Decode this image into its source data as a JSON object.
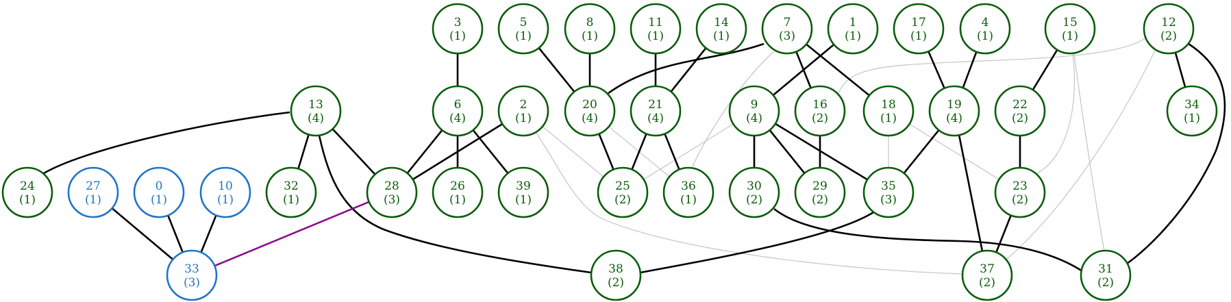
{
  "colors": {
    "green": "#0a5c0a",
    "blue": "#1f74c7",
    "purple": "#8b0a8b",
    "black": "#000000",
    "gray": "#c4c4c4"
  },
  "nodes": [
    {
      "id": "3",
      "count": "(1)",
      "color": "green"
    },
    {
      "id": "5",
      "count": "(1)",
      "color": "green"
    },
    {
      "id": "8",
      "count": "(1)",
      "color": "green"
    },
    {
      "id": "11",
      "count": "(1)",
      "color": "green"
    },
    {
      "id": "14",
      "count": "(1)",
      "color": "green"
    },
    {
      "id": "7",
      "count": "(3)",
      "color": "green"
    },
    {
      "id": "1",
      "count": "(1)",
      "color": "green"
    },
    {
      "id": "17",
      "count": "(1)",
      "color": "green"
    },
    {
      "id": "4",
      "count": "(1)",
      "color": "green"
    },
    {
      "id": "15",
      "count": "(1)",
      "color": "green"
    },
    {
      "id": "12",
      "count": "(2)",
      "color": "green"
    },
    {
      "id": "13",
      "count": "(4)",
      "color": "green"
    },
    {
      "id": "6",
      "count": "(4)",
      "color": "green"
    },
    {
      "id": "2",
      "count": "(1)",
      "color": "green"
    },
    {
      "id": "20",
      "count": "(4)",
      "color": "green"
    },
    {
      "id": "21",
      "count": "(4)",
      "color": "green"
    },
    {
      "id": "9",
      "count": "(4)",
      "color": "green"
    },
    {
      "id": "16",
      "count": "(2)",
      "color": "green"
    },
    {
      "id": "18",
      "count": "(1)",
      "color": "green"
    },
    {
      "id": "19",
      "count": "(4)",
      "color": "green"
    },
    {
      "id": "22",
      "count": "(2)",
      "color": "green"
    },
    {
      "id": "34",
      "count": "(1)",
      "color": "green"
    },
    {
      "id": "24",
      "count": "(1)",
      "color": "green"
    },
    {
      "id": "27",
      "count": "(1)",
      "color": "blue"
    },
    {
      "id": "0",
      "count": "(1)",
      "color": "blue"
    },
    {
      "id": "10",
      "count": "(1)",
      "color": "blue"
    },
    {
      "id": "32",
      "count": "(1)",
      "color": "green"
    },
    {
      "id": "28",
      "count": "(3)",
      "color": "green"
    },
    {
      "id": "26",
      "count": "(1)",
      "color": "green"
    },
    {
      "id": "39",
      "count": "(1)",
      "color": "green"
    },
    {
      "id": "25",
      "count": "(2)",
      "color": "green"
    },
    {
      "id": "36",
      "count": "(1)",
      "color": "green"
    },
    {
      "id": "30",
      "count": "(2)",
      "color": "green"
    },
    {
      "id": "29",
      "count": "(2)",
      "color": "green"
    },
    {
      "id": "35",
      "count": "(3)",
      "color": "green"
    },
    {
      "id": "23",
      "count": "(2)",
      "color": "green"
    },
    {
      "id": "33",
      "count": "(3)",
      "color": "blue"
    },
    {
      "id": "38",
      "count": "(2)",
      "color": "green"
    },
    {
      "id": "37",
      "count": "(2)",
      "color": "green"
    },
    {
      "id": "31",
      "count": "(2)",
      "color": "green"
    }
  ],
  "edges": [
    {
      "from": "3",
      "to": "6",
      "color": "black"
    },
    {
      "from": "5",
      "to": "20",
      "color": "black"
    },
    {
      "from": "8",
      "to": "20",
      "color": "black"
    },
    {
      "from": "7",
      "to": "20",
      "color": "black"
    },
    {
      "from": "11",
      "to": "21",
      "color": "black"
    },
    {
      "from": "14",
      "to": "21",
      "color": "black"
    },
    {
      "from": "7",
      "to": "16",
      "color": "black"
    },
    {
      "from": "7",
      "to": "18",
      "color": "black"
    },
    {
      "from": "1",
      "to": "9",
      "color": "black"
    },
    {
      "from": "17",
      "to": "19",
      "color": "black"
    },
    {
      "from": "4",
      "to": "19",
      "color": "black"
    },
    {
      "from": "15",
      "to": "22",
      "color": "black"
    },
    {
      "from": "12",
      "to": "34",
      "color": "black"
    },
    {
      "from": "12",
      "to": "31",
      "color": "black"
    },
    {
      "from": "13",
      "to": "24",
      "color": "black"
    },
    {
      "from": "13",
      "to": "32",
      "color": "black"
    },
    {
      "from": "13",
      "to": "28",
      "color": "black"
    },
    {
      "from": "13",
      "to": "38",
      "color": "black"
    },
    {
      "from": "6",
      "to": "28",
      "color": "black"
    },
    {
      "from": "6",
      "to": "26",
      "color": "black"
    },
    {
      "from": "6",
      "to": "39",
      "color": "black"
    },
    {
      "from": "2",
      "to": "28",
      "color": "black"
    },
    {
      "from": "20",
      "to": "25",
      "color": "black"
    },
    {
      "from": "21",
      "to": "25",
      "color": "black"
    },
    {
      "from": "21",
      "to": "36",
      "color": "black"
    },
    {
      "from": "9",
      "to": "30",
      "color": "black"
    },
    {
      "from": "9",
      "to": "29",
      "color": "black"
    },
    {
      "from": "9",
      "to": "35",
      "color": "black"
    },
    {
      "from": "16",
      "to": "29",
      "color": "black"
    },
    {
      "from": "19",
      "to": "35",
      "color": "black"
    },
    {
      "from": "19",
      "to": "37",
      "color": "black"
    },
    {
      "from": "22",
      "to": "23",
      "color": "black"
    },
    {
      "from": "23",
      "to": "37",
      "color": "black"
    },
    {
      "from": "35",
      "to": "38",
      "color": "black"
    },
    {
      "from": "30",
      "to": "31",
      "color": "black"
    },
    {
      "from": "27",
      "to": "33",
      "color": "black"
    },
    {
      "from": "0",
      "to": "33",
      "color": "black"
    },
    {
      "from": "10",
      "to": "33",
      "color": "black"
    },
    {
      "from": "28",
      "to": "33",
      "color": "purple"
    },
    {
      "from": "12",
      "to": "16",
      "color": "gray"
    },
    {
      "from": "12",
      "to": "37",
      "color": "gray"
    },
    {
      "from": "7",
      "to": "36",
      "color": "gray"
    },
    {
      "from": "20",
      "to": "36",
      "color": "gray"
    },
    {
      "from": "2",
      "to": "25",
      "color": "gray"
    },
    {
      "from": "2",
      "to": "37",
      "color": "gray"
    },
    {
      "from": "9",
      "to": "25",
      "color": "gray"
    },
    {
      "from": "18",
      "to": "35",
      "color": "gray"
    },
    {
      "from": "18",
      "to": "23",
      "color": "gray"
    },
    {
      "from": "15",
      "to": "23",
      "color": "gray"
    },
    {
      "from": "15",
      "to": "31",
      "color": "gray"
    }
  ]
}
